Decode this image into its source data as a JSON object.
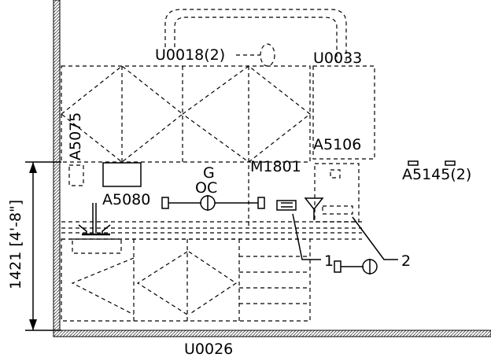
{
  "labels": {
    "u0018": "U0018(2)",
    "u0033": "U0033",
    "a5075": "A5075",
    "a5106": "A5106",
    "m1801": "M1801",
    "a5145": "A5145(2)",
    "g": "G",
    "oc": "OC",
    "a5080": "A5080",
    "callout1": "1",
    "callout2": "2",
    "u0026": "U0026",
    "dimension": "1421 [4'-8\"]"
  }
}
